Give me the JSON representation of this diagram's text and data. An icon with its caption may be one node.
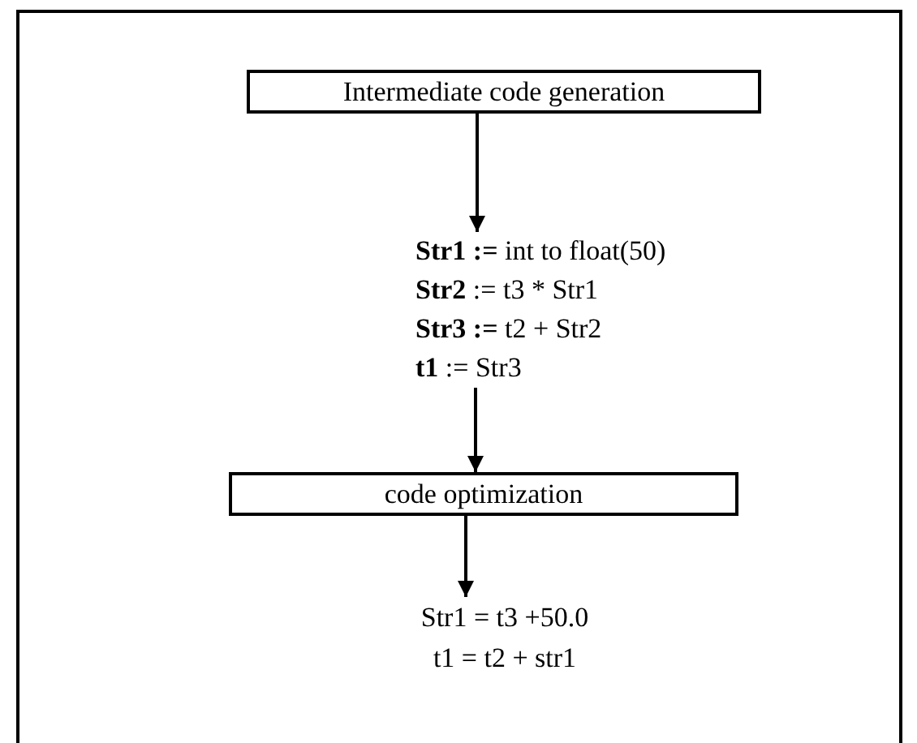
{
  "diagram": {
    "nodes": [
      {
        "text": [
          "Intermediate code generation"
        ]
      },
      {
        "text": [
          "**Str1 :=** int to float(50)",
          "**Str2** := t3 * Str1",
          "**Str3 :=** t2 + Str2",
          "**t1** := Str3"
        ]
      },
      {
        "text": [
          "code optimization"
        ]
      },
      {
        "text": [
          "Str1 = t3 +50.0",
          "t1 = t2 + str1"
        ]
      }
    ],
    "edges": [
      {
        "from": 0,
        "to": 1,
        "arrow": "to"
      },
      {
        "from": 1,
        "to": 2,
        "arrow": "to"
      },
      {
        "from": 2,
        "to": 3,
        "arrow": "to"
      }
    ]
  }
}
